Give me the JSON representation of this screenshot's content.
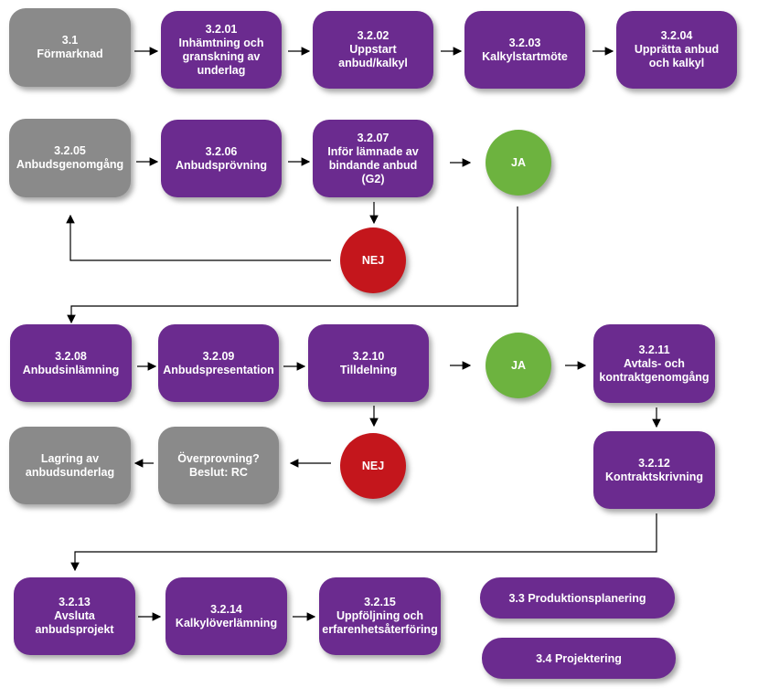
{
  "nodes": {
    "n3_1": {
      "num": "3.1",
      "label": "Förmarknad"
    },
    "n3_2_01": {
      "num": "3.2.01",
      "label": "Inhämtning och\ngranskning av\nunderlag"
    },
    "n3_2_02": {
      "num": "3.2.02",
      "label": "Uppstart\nanbud/kalkyl"
    },
    "n3_2_03": {
      "num": "3.2.03",
      "label": "Kalkylstartmöte"
    },
    "n3_2_04": {
      "num": "3.2.04",
      "label": "Upprätta anbud\noch kalkyl"
    },
    "n3_2_05": {
      "num": "3.2.05",
      "label": "Anbudsgenomgång"
    },
    "n3_2_06": {
      "num": "3.2.06",
      "label": "Anbudsprövning"
    },
    "n3_2_07": {
      "num": "3.2.07",
      "label": "Inför lämnade av\nbindande anbud\n(G2)"
    },
    "n3_2_08": {
      "num": "3.2.08",
      "label": "Anbudsinlämning"
    },
    "n3_2_09": {
      "num": "3.2.09",
      "label": "Anbudspresentation"
    },
    "n3_2_10": {
      "num": "3.2.10",
      "label": "Tilldelning"
    },
    "n3_2_11": {
      "num": "3.2.11",
      "label": "Avtals- och\nkontraktgenomgång"
    },
    "n3_2_12": {
      "num": "3.2.12",
      "label": "Kontraktskrivning"
    },
    "n3_2_13": {
      "num": "3.2.13",
      "label": "Avsluta\nanbudsprojekt"
    },
    "n3_2_14": {
      "num": "3.2.14",
      "label": "Kalkylöverlämning"
    },
    "n3_2_15": {
      "num": "3.2.15",
      "label": "Uppföljning och\nerfarenhetsåterföring"
    },
    "lagring": {
      "num": "",
      "label": "Lagring av\nanbudsunderlag"
    },
    "overprovning": {
      "num": "",
      "label": "Överprovning?\nBeslut: RC"
    }
  },
  "decisions": {
    "ja1": "JA",
    "nej1": "NEJ",
    "ja2": "JA",
    "nej2": "NEJ"
  },
  "pills": {
    "p3_3": "3.3 Produktionsplanering",
    "p3_4": "3.4 Projektering"
  },
  "colors": {
    "purple": "#6b2b8f",
    "gray": "#8a8a8a",
    "green": "#6db33f",
    "red": "#c4161c",
    "arrow": "#000000"
  }
}
